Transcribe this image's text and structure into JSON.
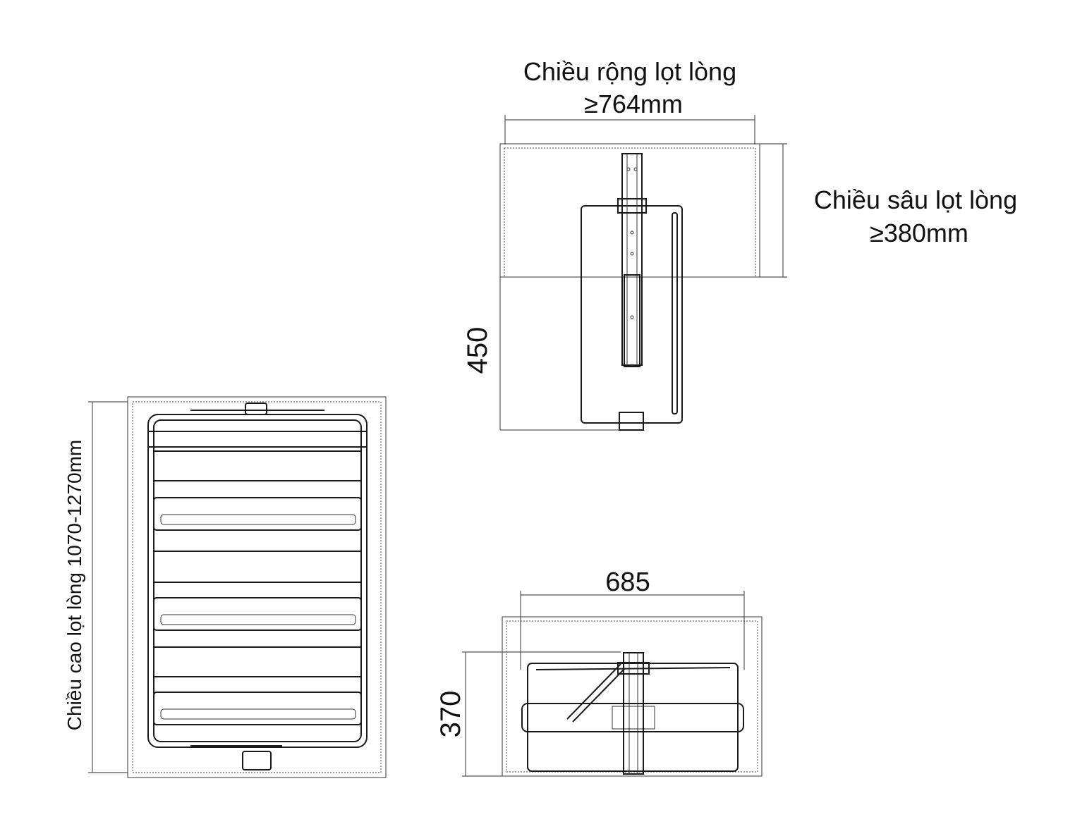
{
  "top_view": {
    "width_label_line1": "Chiều rộng lọt lòng",
    "width_label_line2": "≥764mm",
    "depth_label_line1": "Chiều sâu lọt lòng",
    "depth_label_line2": "≥380mm",
    "extension_label": "450"
  },
  "front_view": {
    "height_label": "Chiều cao lọt lòng 1070-1270mm"
  },
  "side_view": {
    "width_label": "685",
    "height_label": "370"
  },
  "colors": {
    "line": "#1a1a1a",
    "background": "#ffffff"
  }
}
